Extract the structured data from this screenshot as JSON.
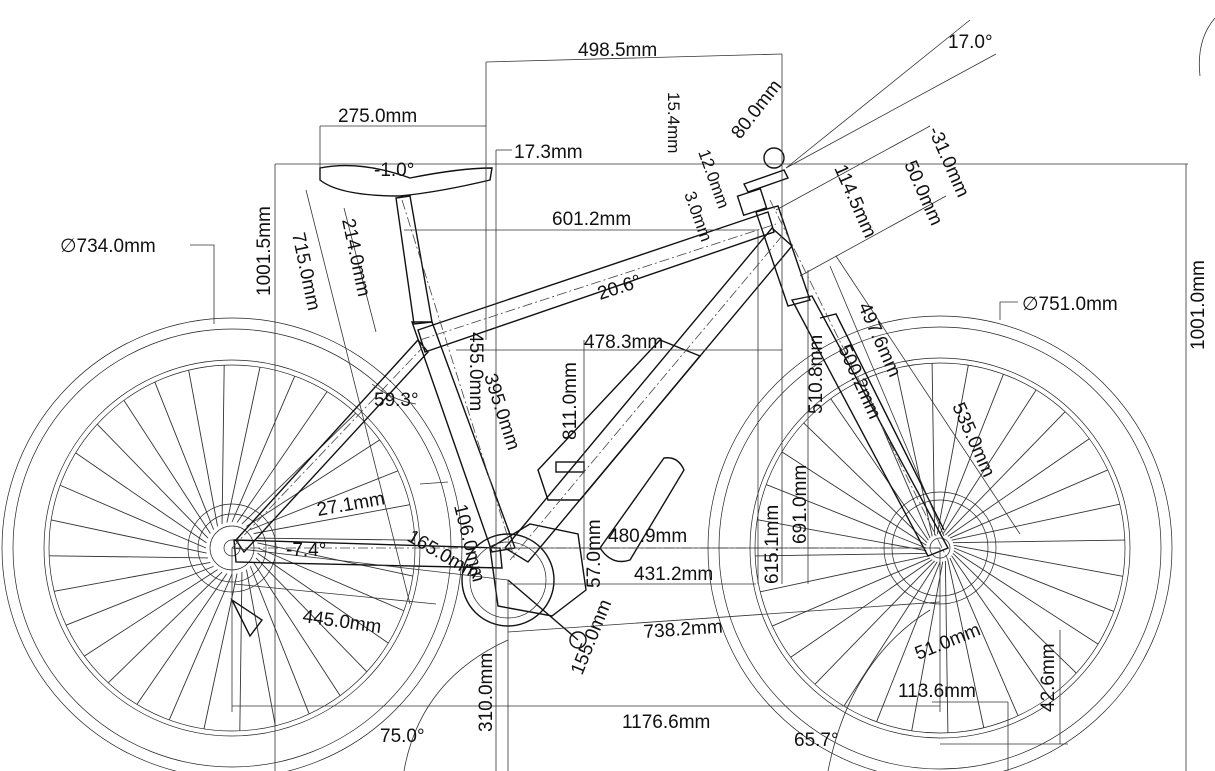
{
  "wheels": {
    "rear_diameter": "∅734.0mm",
    "front_diameter": "∅751.0mm"
  },
  "dimensions": {
    "reach": "498.5mm",
    "saddle_length": "275.0mm",
    "saddle_offset": "17.3mm",
    "saddle_angle": "-1.0°",
    "stack_left": "1001.5mm",
    "stack_right": "1001.0mm",
    "seatpost_exposed": "715.0mm",
    "seatpost_insertion": "214.0mm",
    "top_tube": "601.2mm",
    "top_tube_angle": "20.6°",
    "stem_length": "80.0mm",
    "spacer_height": "15.4mm",
    "spacer_a": "12.0mm",
    "spacer_b": "3.0mm",
    "headset": "114.5mm",
    "steerer_offset": "-31.0mm",
    "crown_offset": "50.0mm",
    "stem_angle": "17.0°",
    "effective_reach": "478.3mm",
    "seat_tube_c_c": "455.0mm",
    "seat_tube_c_t": "395.0mm",
    "seat_angle": "59.3°",
    "seat_height": "811.0mm",
    "fork_length": "497.6mm",
    "fork_axle_crown": "500.2mm",
    "head_tube_height": "510.8mm",
    "fork_travel": "535.0mm",
    "standover": "691.0mm",
    "front_center_height": "615.1mm",
    "chainstay_offset": "27.1mm",
    "bb_drop_a": "106.0mm",
    "crank_length": "165.0mm",
    "chainstay_angle": "-7.4°",
    "front_center": "480.9mm",
    "bb_to_front": "431.2mm",
    "bb_height_offset": "57.0mm",
    "chainstay_length": "445.0mm",
    "crank_offset": "155.0mm",
    "bb_to_front_axle": "738.2mm",
    "fork_offset": "51.0mm",
    "trail": "113.6mm",
    "rake": "42.6mm",
    "bb_height": "310.0mm",
    "wheelbase": "1176.6mm",
    "seat_tube_angle": "75.0°",
    "head_tube_angle": "65.7°"
  }
}
